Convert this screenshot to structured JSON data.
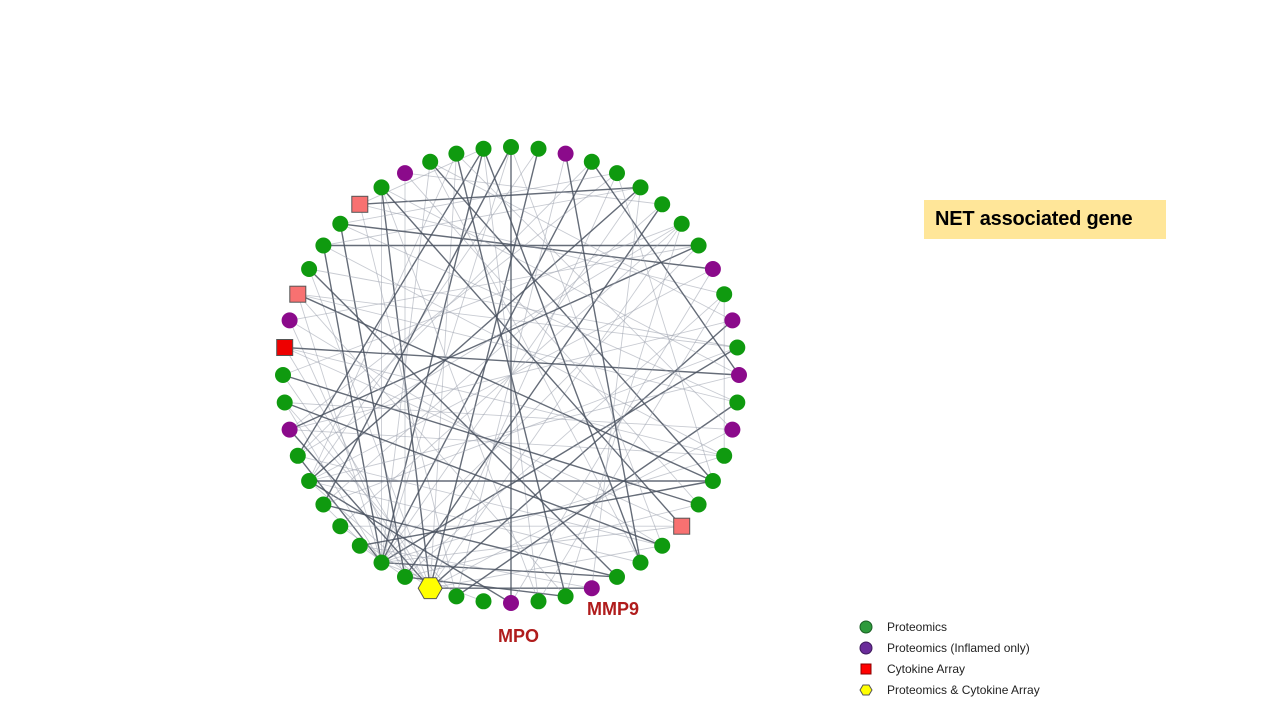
{
  "title": "NET associated gene",
  "callouts": {
    "mpo": "MPO",
    "mmp9": "MMP9"
  },
  "legend": [
    {
      "label": "Proteomics",
      "shape": "circle",
      "color": "#2e9a3c"
    },
    {
      "label": "Proteomics (Inflamed only)",
      "shape": "circle",
      "color": "#6a2c9a"
    },
    {
      "label": "Cytokine Array",
      "shape": "square",
      "color": "#ff0000"
    },
    {
      "label": "Proteomics & Cytokine Array",
      "shape": "hexagon",
      "color": "#ffff00"
    }
  ],
  "node_styles": {
    "proteomics": "#0f9a0f",
    "inflamed": "#8b0a8b",
    "cytokine": "#f87171",
    "cytokine_strong": "#ee0000",
    "both": "#ffff00"
  },
  "network": {
    "nodes": [
      {
        "id": 0,
        "type": "proteomics"
      },
      {
        "id": 1,
        "type": "proteomics"
      },
      {
        "id": 2,
        "type": "proteomics"
      },
      {
        "id": 3,
        "type": "proteomics"
      },
      {
        "id": 4,
        "type": "inflamed"
      },
      {
        "id": 5,
        "type": "proteomics"
      },
      {
        "id": 6,
        "type": "cytokine"
      },
      {
        "id": 7,
        "type": "proteomics"
      },
      {
        "id": 8,
        "type": "proteomics"
      },
      {
        "id": 9,
        "type": "proteomics"
      },
      {
        "id": 10,
        "type": "cytokine"
      },
      {
        "id": 11,
        "type": "inflamed"
      },
      {
        "id": 12,
        "type": "cytokine_strong"
      },
      {
        "id": 13,
        "type": "proteomics"
      },
      {
        "id": 14,
        "type": "proteomics"
      },
      {
        "id": 15,
        "type": "inflamed"
      },
      {
        "id": 16,
        "type": "proteomics"
      },
      {
        "id": 17,
        "type": "proteomics"
      },
      {
        "id": 18,
        "type": "proteomics"
      },
      {
        "id": 19,
        "type": "proteomics"
      },
      {
        "id": 20,
        "type": "proteomics"
      },
      {
        "id": 21,
        "type": "proteomics"
      },
      {
        "id": 22,
        "type": "proteomics"
      },
      {
        "id": 23,
        "type": "both"
      },
      {
        "id": 24,
        "type": "proteomics"
      },
      {
        "id": 25,
        "type": "proteomics"
      },
      {
        "id": 26,
        "type": "inflamed"
      },
      {
        "id": 27,
        "type": "proteomics"
      },
      {
        "id": 28,
        "type": "proteomics"
      },
      {
        "id": 29,
        "type": "inflamed"
      },
      {
        "id": 30,
        "type": "proteomics"
      },
      {
        "id": 31,
        "type": "proteomics"
      },
      {
        "id": 32,
        "type": "proteomics"
      },
      {
        "id": 33,
        "type": "cytokine"
      },
      {
        "id": 34,
        "type": "proteomics"
      },
      {
        "id": 35,
        "type": "proteomics"
      },
      {
        "id": 36,
        "type": "proteomics"
      },
      {
        "id": 37,
        "type": "inflamed"
      },
      {
        "id": 38,
        "type": "proteomics"
      },
      {
        "id": 39,
        "type": "inflamed"
      },
      {
        "id": 40,
        "type": "proteomics"
      },
      {
        "id": 41,
        "type": "inflamed"
      },
      {
        "id": 42,
        "type": "proteomics"
      },
      {
        "id": 43,
        "type": "inflamed"
      },
      {
        "id": 44,
        "type": "proteomics"
      },
      {
        "id": 45,
        "type": "proteomics"
      },
      {
        "id": 46,
        "type": "proteomics"
      },
      {
        "id": 47,
        "type": "proteomics"
      },
      {
        "id": 48,
        "type": "proteomics"
      },
      {
        "id": 49,
        "type": "proteomics"
      },
      {
        "id": 50,
        "type": "inflamed"
      },
      {
        "id": 51,
        "type": "proteomics"
      }
    ],
    "edges": [
      [
        21,
        1
      ],
      [
        21,
        3
      ],
      [
        21,
        5
      ],
      [
        21,
        8
      ],
      [
        21,
        10
      ],
      [
        21,
        14
      ],
      [
        21,
        16
      ],
      [
        21,
        18
      ],
      [
        21,
        25
      ],
      [
        21,
        30
      ],
      [
        21,
        33
      ],
      [
        21,
        36
      ],
      [
        21,
        40
      ],
      [
        21,
        44
      ],
      [
        21,
        47
      ],
      [
        21,
        49
      ],
      [
        21,
        0
      ],
      [
        23,
        2
      ],
      [
        23,
        5
      ],
      [
        23,
        9
      ],
      [
        23,
        12
      ],
      [
        23,
        15
      ],
      [
        23,
        17
      ],
      [
        23,
        19
      ],
      [
        23,
        29
      ],
      [
        23,
        32
      ],
      [
        23,
        37
      ],
      [
        23,
        41
      ],
      [
        23,
        45
      ],
      [
        23,
        48
      ],
      [
        23,
        51
      ],
      [
        23,
        13
      ],
      [
        22,
        4
      ],
      [
        22,
        7
      ],
      [
        22,
        11
      ],
      [
        22,
        20
      ],
      [
        22,
        28
      ],
      [
        22,
        34
      ],
      [
        22,
        42
      ],
      [
        22,
        46
      ],
      [
        24,
        6
      ],
      [
        24,
        14
      ],
      [
        24,
        38
      ],
      [
        24,
        50
      ],
      [
        17,
        31
      ],
      [
        17,
        35
      ],
      [
        17,
        39
      ],
      [
        17,
        43
      ],
      [
        17,
        47
      ],
      [
        17,
        51
      ],
      [
        17,
        2
      ],
      [
        17,
        26
      ],
      [
        16,
        45
      ],
      [
        16,
        49
      ],
      [
        16,
        1
      ],
      [
        16,
        32
      ],
      [
        15,
        41
      ],
      [
        15,
        44
      ],
      [
        15,
        48
      ],
      [
        15,
        36
      ],
      [
        18,
        0
      ],
      [
        18,
        46
      ],
      [
        18,
        40
      ],
      [
        18,
        30
      ],
      [
        10,
        38
      ],
      [
        10,
        40
      ],
      [
        10,
        35
      ],
      [
        10,
        28
      ],
      [
        8,
        36
      ],
      [
        8,
        44
      ],
      [
        8,
        47
      ],
      [
        12,
        36
      ],
      [
        12,
        39
      ],
      [
        12,
        33
      ],
      [
        7,
        38
      ],
      [
        7,
        43
      ],
      [
        7,
        48
      ],
      [
        6,
        42
      ],
      [
        6,
        47
      ],
      [
        6,
        1
      ],
      [
        3,
        31
      ],
      [
        3,
        35
      ],
      [
        3,
        41
      ],
      [
        5,
        27
      ],
      [
        5,
        33
      ],
      [
        5,
        39
      ],
      [
        2,
        37
      ],
      [
        2,
        28
      ],
      [
        4,
        46
      ],
      [
        4,
        34
      ],
      [
        1,
        31
      ],
      [
        1,
        27
      ],
      [
        9,
        40
      ],
      [
        9,
        30
      ],
      [
        11,
        44
      ],
      [
        11,
        32
      ],
      [
        13,
        34
      ],
      [
        13,
        45
      ],
      [
        14,
        37
      ],
      [
        14,
        32
      ],
      [
        19,
        33
      ],
      [
        19,
        45
      ],
      [
        20,
        35
      ],
      [
        20,
        29
      ],
      [
        0,
        32
      ],
      [
        0,
        26
      ],
      [
        47,
        29
      ],
      [
        36,
        42
      ],
      [
        39,
        49
      ],
      [
        43,
        26
      ],
      [
        27,
        42
      ],
      [
        31,
        50
      ],
      [
        28,
        45
      ],
      [
        35,
        48
      ]
    ]
  }
}
